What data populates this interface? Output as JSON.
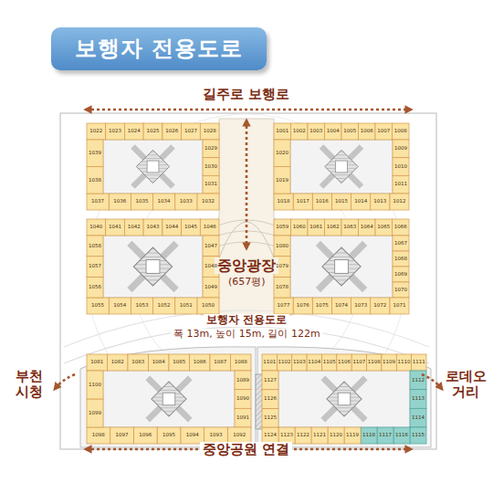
{
  "diagram": {
    "title": "보행자 전용도로",
    "labels": [
      "길주로 보행로",
      "중앙광장",
      "(657평)",
      "보행자 전용도로",
      "폭 13m, 높이 15m, 길이 122m",
      "부천 시청",
      "로데오 거리",
      "중앙공원 연결",
      "1022",
      "1023",
      "1024",
      "1025",
      "1026",
      "1027",
      "1028",
      "1029",
      "1030",
      "1031",
      "1032",
      "1033",
      "1034",
      "1035",
      "1036",
      "1037",
      "1038",
      "1039",
      "1001",
      "1002",
      "1003",
      "1004",
      "1005",
      "1006",
      "1007",
      "1008",
      "1009",
      "1010",
      "1011",
      "1012",
      "1013",
      "1014",
      "1015",
      "1016",
      "1017",
      "1018",
      "1019",
      "1020",
      "1040",
      "1041",
      "1042",
      "1043",
      "1044",
      "1045",
      "1046",
      "1047",
      "1048",
      "1049",
      "1050",
      "1051",
      "1052",
      "1053",
      "1054",
      "1055",
      "1056",
      "1057",
      "1058",
      "1059",
      "1060",
      "1061",
      "1062",
      "1063",
      "1064",
      "1065",
      "1066",
      "1067",
      "1068",
      "1069",
      "1070",
      "1071",
      "1072",
      "1073",
      "1074",
      "1075",
      "1076",
      "1077",
      "1078",
      "1079",
      "1080",
      "1081",
      "1082",
      "1083",
      "1084",
      "1085",
      "1086",
      "1087",
      "1088",
      "1089",
      "1090",
      "1091",
      "1092",
      "1093",
      "1094",
      "1095",
      "1096",
      "1097",
      "1098",
      "1099",
      "1100",
      "1101",
      "1102",
      "1103",
      "1104",
      "1105",
      "1106",
      "1107",
      "1108",
      "1109",
      "1110",
      "1111",
      "1112",
      "1113",
      "1114",
      "1115",
      "1116",
      "1117",
      "1118",
      "1119",
      "1120",
      "1121",
      "1122",
      "1123",
      "1124",
      "1125",
      "1126",
      "1127"
    ]
  }
}
